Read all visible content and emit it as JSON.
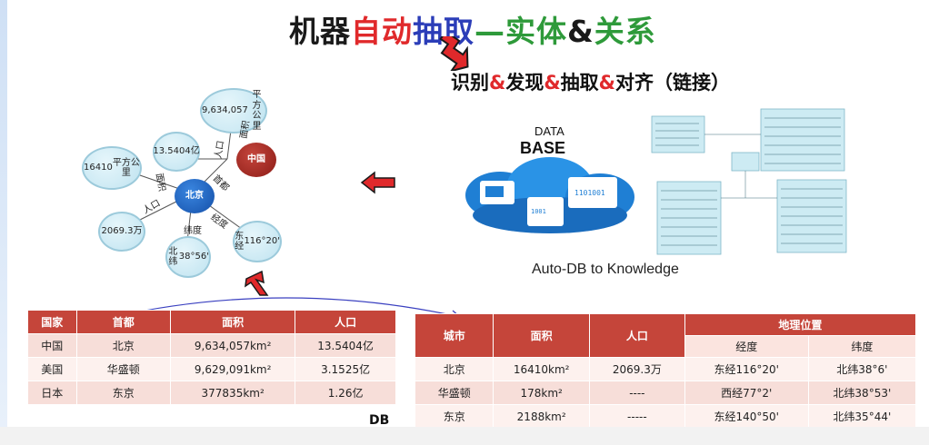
{
  "title": {
    "part1": "机器",
    "part2": "自动",
    "part3": "抽取",
    "part4": "—实体",
    "part5": "&",
    "part6": "关系"
  },
  "subtitle": {
    "s1": "识别",
    "s2": "&",
    "s3": "发现",
    "s4": "&",
    "s5": "抽取",
    "s6": "&",
    "s7": "对齐（链接）"
  },
  "graph": {
    "nodes": {
      "area_china": [
        "9,634,057",
        "平方公里"
      ],
      "pop_china": [
        "13.5404",
        "亿"
      ],
      "china": "中国",
      "area_beijing": [
        "16410",
        "平方公里"
      ],
      "beijing": "北京",
      "pop_beijing": [
        "2069.3",
        "万"
      ],
      "lat": [
        "北纬",
        "38°56'"
      ],
      "lon": [
        "东经",
        "116°20'"
      ]
    },
    "edges": {
      "area": "面积",
      "pop1": "人口",
      "capital": "首都",
      "area2": "面积",
      "pop2": "人口",
      "lat": "纬度",
      "lon": "经度"
    }
  },
  "db_image": {
    "data_text": "DATA",
    "base_text": "BASE"
  },
  "auto_db_caption": "Auto-DB to Knowledge",
  "table_country": {
    "headers": [
      "国家",
      "首都",
      "面积",
      "人口"
    ],
    "rows": [
      [
        "中国",
        "北京",
        "9,634,057km²",
        "13.5404亿"
      ],
      [
        "美国",
        "华盛顿",
        "9,629,091km²",
        "3.1525亿"
      ],
      [
        "日本",
        "东京",
        "377835km²",
        "1.26亿"
      ]
    ]
  },
  "table_city": {
    "headers": [
      "城市",
      "面积",
      "人口",
      "地理位置"
    ],
    "subheaders": [
      "经度",
      "纬度"
    ],
    "rows": [
      [
        "北京",
        "16410km²",
        "2069.3万",
        "东经116°20'",
        "北纬38°6'"
      ],
      [
        "华盛顿",
        "178km²",
        "----",
        "西经77°2'",
        "北纬38°53'"
      ],
      [
        "东京",
        "2188km²",
        "-----",
        "东经140°50'",
        "北纬35°44'"
      ]
    ]
  },
  "db_label": "DB",
  "colors": {
    "red": "#e0292b",
    "blue": "#2b3db8",
    "green": "#2e9a3a",
    "table_header": "#c5453a"
  }
}
